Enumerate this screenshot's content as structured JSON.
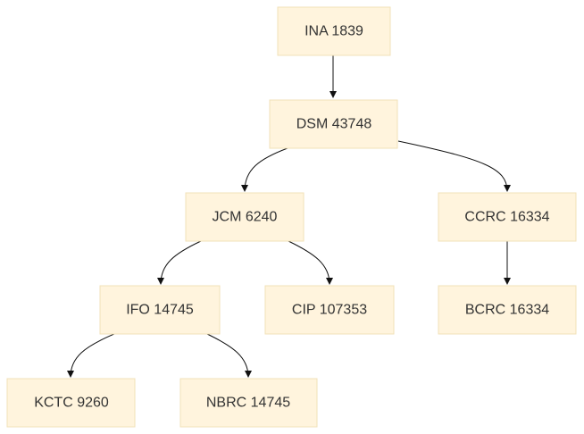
{
  "diagram": {
    "nodes": [
      {
        "id": "ina-1839",
        "label": "INA 1839"
      },
      {
        "id": "dsm-43748",
        "label": "DSM 43748"
      },
      {
        "id": "jcm-6240",
        "label": "JCM 6240"
      },
      {
        "id": "ccrc-16334",
        "label": "CCRC 16334"
      },
      {
        "id": "ifo-14745",
        "label": "IFO 14745"
      },
      {
        "id": "cip-107353",
        "label": "CIP 107353"
      },
      {
        "id": "bcrc-16334",
        "label": "BCRC 16334"
      },
      {
        "id": "kctc-9260",
        "label": "KCTC 9260"
      },
      {
        "id": "nbrc-14745",
        "label": "NBRC 14745"
      }
    ],
    "edges": [
      {
        "from": "ina-1839",
        "to": "dsm-43748"
      },
      {
        "from": "dsm-43748",
        "to": "jcm-6240"
      },
      {
        "from": "dsm-43748",
        "to": "ccrc-16334"
      },
      {
        "from": "jcm-6240",
        "to": "ifo-14745"
      },
      {
        "from": "jcm-6240",
        "to": "cip-107353"
      },
      {
        "from": "ccrc-16334",
        "to": "bcrc-16334"
      },
      {
        "from": "ifo-14745",
        "to": "kctc-9260"
      },
      {
        "from": "ifo-14745",
        "to": "nbrc-14745"
      }
    ]
  }
}
